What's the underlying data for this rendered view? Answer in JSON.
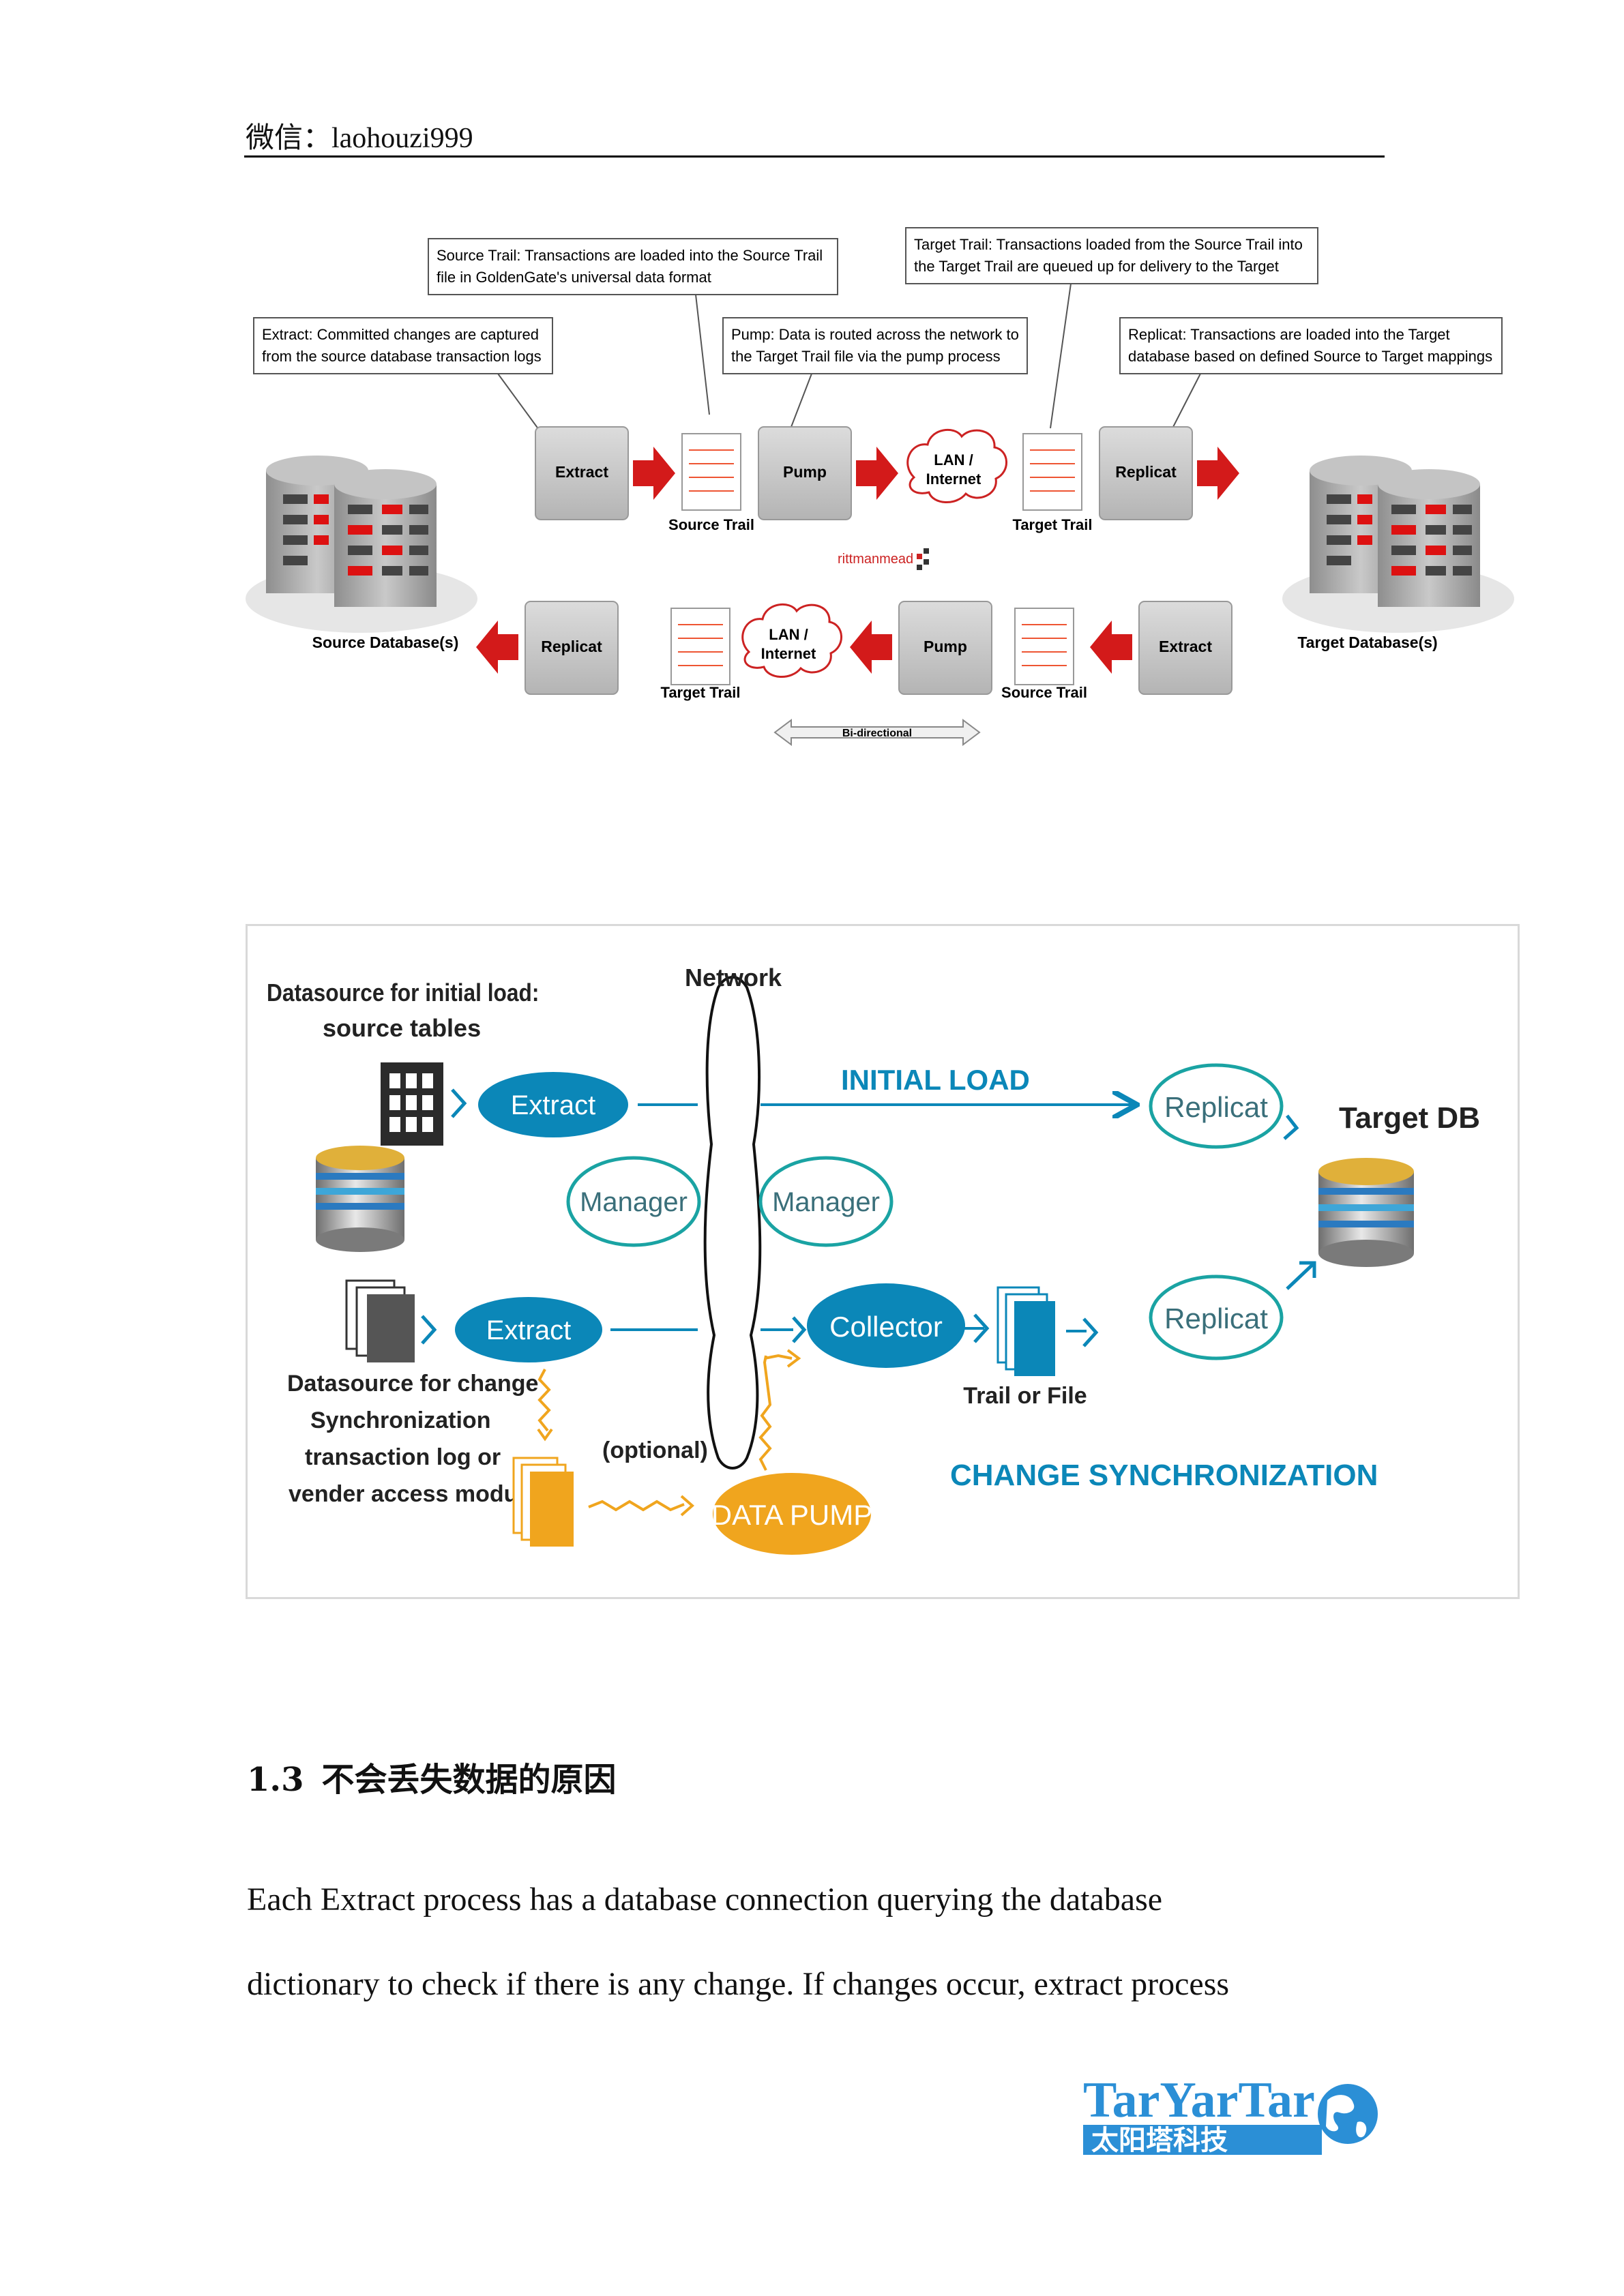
{
  "header": {
    "text": "微信：laohouzi999"
  },
  "figure1": {
    "callouts": {
      "source_trail": [
        "Source Trail: Transactions are loaded into the Source Trail",
        "file in GoldenGate's universal data format"
      ],
      "target_trail": [
        "Target Trail: Transactions loaded from the Source Trail into",
        "the Target Trail are queued up for delivery to the Target"
      ],
      "extract": [
        "Extract: Committed changes are captured",
        "from the source database transaction logs"
      ],
      "pump": [
        "Pump: Data is routed across the network to",
        "the Target Trail file via the pump process"
      ],
      "replicat": [
        "Replicat: Transactions are loaded into the Target",
        "database based on defined Source to Target mappings"
      ]
    },
    "top_row": {
      "extract": "Extract",
      "source_trail": "Source Trail",
      "pump": "Pump",
      "lan": [
        "LAN /",
        "Internet"
      ],
      "target_trail": "Target Trail",
      "replicat": "Replicat"
    },
    "bottom_row": {
      "replicat": "Replicat",
      "target_trail": "Target Trail",
      "lan": [
        "LAN /",
        "Internet"
      ],
      "pump": "Pump",
      "source_trail": "Source Trail",
      "extract": "Extract"
    },
    "source_db": "Source Database(s)",
    "target_db": "Target Database(s)",
    "brand": "rittmanmead",
    "bidirectional": "Bi-directional"
  },
  "figure2": {
    "ds_initial": [
      "Datasource for initial load:",
      "source tables"
    ],
    "network": "Network",
    "extract_top": "Extract",
    "initial_load": "INITIAL LOAD",
    "replicat_top": "Replicat",
    "target_db": "Target DB",
    "manager_left": "Manager",
    "manager_right": "Manager",
    "extract_bottom": "Extract",
    "collector": "Collector",
    "replicat_bottom": "Replicat",
    "trail_or_file": "Trail or File",
    "ds_change": [
      "Datasource for change",
      "Synchronization",
      "transaction log or",
      "vender access module"
    ],
    "optional": "(optional)",
    "data_pump": "DATA PUMP",
    "change_sync": "CHANGE SYNCHRONIZATION",
    "colors": {
      "blue": "#0b87b8",
      "orange": "#f0a51e"
    }
  },
  "section": {
    "number": "1.3",
    "title": "不会丢失数据的原因"
  },
  "body": [
    "Each Extract process has a database connection querying the database",
    "dictionary to check if there is any change. If changes occur, extract process"
  ],
  "logo": {
    "text": "TarYarTar",
    "subtitle": "太阳塔科技"
  }
}
